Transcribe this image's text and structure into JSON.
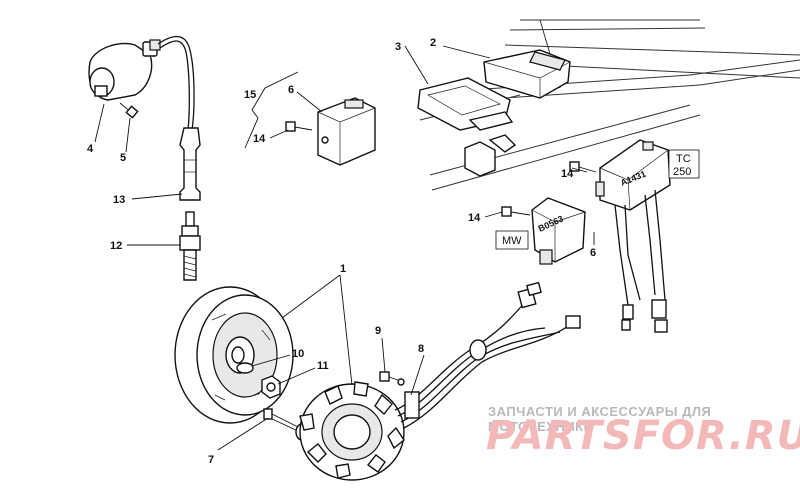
{
  "callouts": {
    "c1": "1",
    "c2": "2",
    "c3": "3",
    "c4": "4",
    "c5": "5",
    "c6a": "6",
    "c6b": "6",
    "c7": "7",
    "c8": "8",
    "c9": "9",
    "c10": "10",
    "c11": "11",
    "c12": "12",
    "c13": "13",
    "c14a": "14",
    "c14b": "14",
    "c14c": "14",
    "c15": "15"
  },
  "boxes": {
    "mw": "MW",
    "tc_line1": "TC",
    "tc_line2": "250"
  },
  "part_markings": {
    "regulator": "A1431",
    "cdi": "B0563"
  },
  "watermark": {
    "tagline": "ЗАПЧАСТИ И АКСЕССУАРЫ ДЛЯ МОТОТЕХНИКИ",
    "logo": "PARTSFOR.RU"
  },
  "colors": {
    "line": "#111111",
    "watermark_text": "#b8b8b8",
    "watermark_logo": "#f3b8b8"
  }
}
